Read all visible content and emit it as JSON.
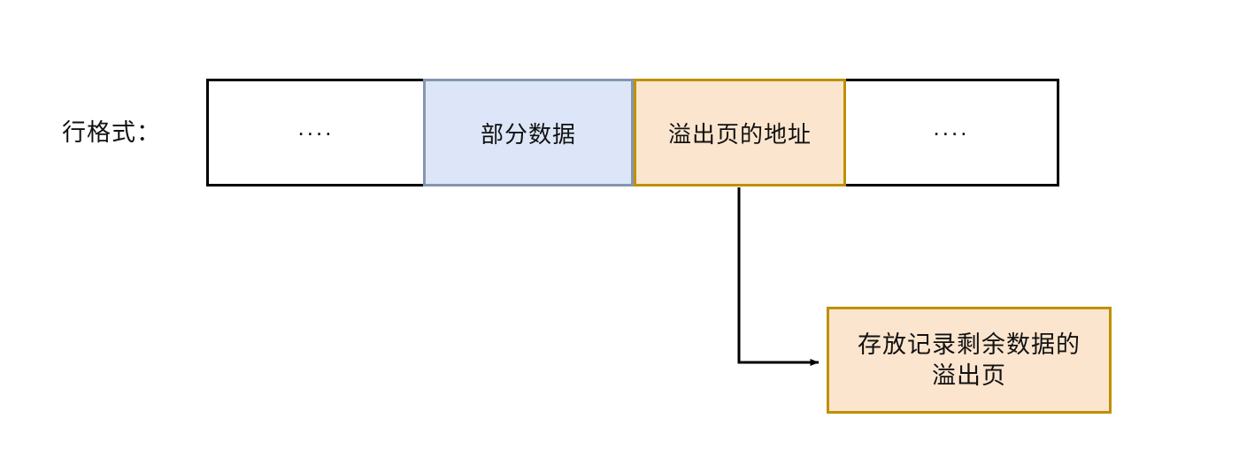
{
  "diagram": {
    "title_label": "行格式：",
    "row_cells": [
      {
        "text": "....",
        "type": "plain",
        "name": "row-cell-ellipsis-left"
      },
      {
        "text": "部分数据",
        "type": "blue",
        "name": "row-cell-partial-data"
      },
      {
        "text": "溢出页的地址",
        "type": "orange",
        "name": "row-cell-overflow-page-address"
      },
      {
        "text": "....",
        "type": "plain",
        "name": "row-cell-ellipsis-right"
      }
    ],
    "overflow_box": {
      "line1": "存放记录剩余数据的",
      "line2": "溢出页"
    },
    "colors": {
      "background": "#ffffff",
      "text": "#111111",
      "plain_border": "#000000",
      "blue_fill": "#dce6f8",
      "blue_border": "#8496b0",
      "orange_fill": "#fce5ce",
      "orange_border": "#bf9000",
      "connector": "#000000"
    }
  }
}
